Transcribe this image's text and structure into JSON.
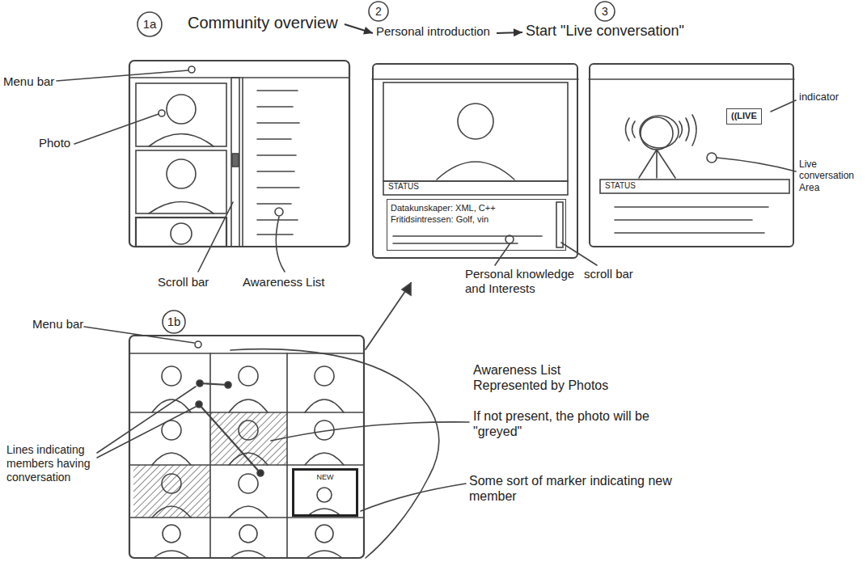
{
  "diagram": {
    "nodes": [
      {
        "text": [
          "Community overview"
        ]
      },
      {
        "text": [
          "Personal introduction"
        ]
      },
      {
        "text": [
          "Start \"Live conversation\""
        ]
      },
      {
        "text": [
          "STATUS"
        ]
      },
      {
        "text": [
          "Datakunskaper: XML, C++",
          "Fritidsintressen: Golf, vin"
        ],
        "in": 3
      },
      {
        "text": [
          "STATUS"
        ]
      },
      {
        "text": [
          "((LIVE"
        ],
        "in": 5
      },
      {
        "text": [
          "NEW"
        ]
      }
    ],
    "edges": [
      {
        "from": 0,
        "to": 1,
        "arrow": "to"
      },
      {
        "from": 1,
        "to": 2,
        "arrow": "to"
      }
    ],
    "labels": [
      "1a",
      "2",
      "3",
      "Menu bar",
      "Photo",
      "Scroll bar",
      "Awareness List",
      "Personal knowledge and Interests",
      "scroll bar",
      "indicator",
      "Live conversation Area",
      "1b",
      "Menu bar",
      "Lines indicating members having conversation",
      "Awareness List Represented by Photos",
      "If not present, the photo will be \"greyed\"",
      "Some sort of marker indicating new member"
    ]
  }
}
